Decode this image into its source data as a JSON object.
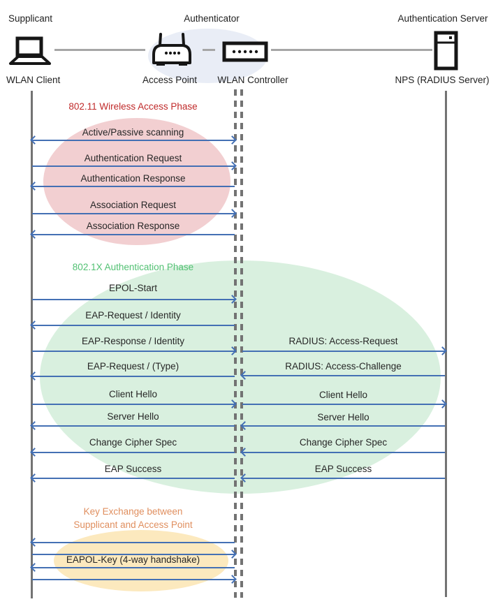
{
  "header": {
    "roles": [
      "Supplicant",
      "Authenticator",
      "Authentication Server"
    ],
    "nodes": [
      {
        "label": "WLAN Client",
        "icon": "laptop-icon"
      },
      {
        "label": "Access Point",
        "icon": "access-point-icon"
      },
      {
        "label": "WLAN Controller",
        "icon": "switch-icon"
      },
      {
        "label": "NPS (RADIUS Server)",
        "icon": "server-icon"
      }
    ]
  },
  "phase1": {
    "title": "802.11 Wireless Access Phase",
    "messages": [
      {
        "label": "Active/Passive scanning",
        "dir": "both"
      },
      {
        "label": "Authentication Request",
        "dir": "right"
      },
      {
        "label": "Authentication Response",
        "dir": "left"
      },
      {
        "label": "Association Request",
        "dir": "right"
      },
      {
        "label": "Association Response",
        "dir": "left"
      }
    ]
  },
  "phase2": {
    "title": "802.1X Authentication Phase",
    "messages": [
      {
        "label": "EPOL-Start",
        "dir": "right"
      },
      {
        "label": "EAP-Request / Identity",
        "dir": "left"
      },
      {
        "label": "EAP-Response / Identity",
        "dir": "right",
        "right_label": "RADIUS: Access-Request",
        "right_dir": "right"
      },
      {
        "label": "EAP-Request / (Type)",
        "dir": "left",
        "right_label": "RADIUS: Access-Challenge",
        "right_dir": "left"
      },
      {
        "label": "Client Hello",
        "dir": "right",
        "right_label": "Client Hello",
        "right_dir": "right"
      },
      {
        "label": "Server Hello",
        "dir": "left",
        "right_label": "Server Hello",
        "right_dir": "left"
      },
      {
        "label": "Change Cipher Spec",
        "dir": "left",
        "right_label": "Change Cipher Spec",
        "right_dir": "left"
      },
      {
        "label": "EAP Success",
        "dir": "left",
        "right_label": "EAP Success",
        "right_dir": "left"
      }
    ]
  },
  "phase3": {
    "title_line1": "Key Exchange between",
    "title_line2": "Supplicant and Access Point",
    "handshake_label": "EAPOL-Key (4-way handshake)",
    "handshake_arrows": [
      "left",
      "right",
      "left",
      "right"
    ]
  },
  "colors": {
    "arrow": "#4470B4",
    "lifeline": "#737373",
    "connector": "#A6A6A6",
    "phase1_title": "#C02A2A",
    "phase1_ellipse": "#F2CFD1",
    "phase2_title": "#52C173",
    "phase2_ellipse": "#D9F0DF",
    "phase3_title": "#E08F5F",
    "phase3_ellipse": "#FCE9BE",
    "authenticator_ellipse": "#E9EDF6"
  }
}
